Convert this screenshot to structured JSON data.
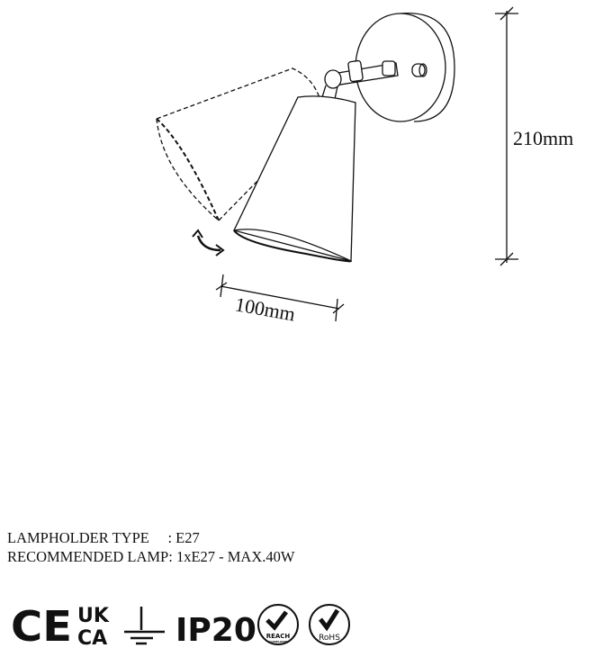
{
  "dimensions": {
    "width_label": "100mm",
    "height_label": "210mm"
  },
  "specs": {
    "lampholder_label": "LAMPHOLDER TYPE",
    "lampholder_value": ": E27",
    "recommended_label": "RECOMMENDED LAMP:",
    "recommended_value": "1xE27 - MAX.40W"
  },
  "certifications": {
    "ce": "CE",
    "ukca_top": "UK",
    "ukca_bottom": "CA",
    "ground_icon": "earth-ground-icon",
    "ip_rating": "IP20",
    "reach": "REACH",
    "reach_sub": "COMPLIANT",
    "rohs": "RoHS"
  }
}
